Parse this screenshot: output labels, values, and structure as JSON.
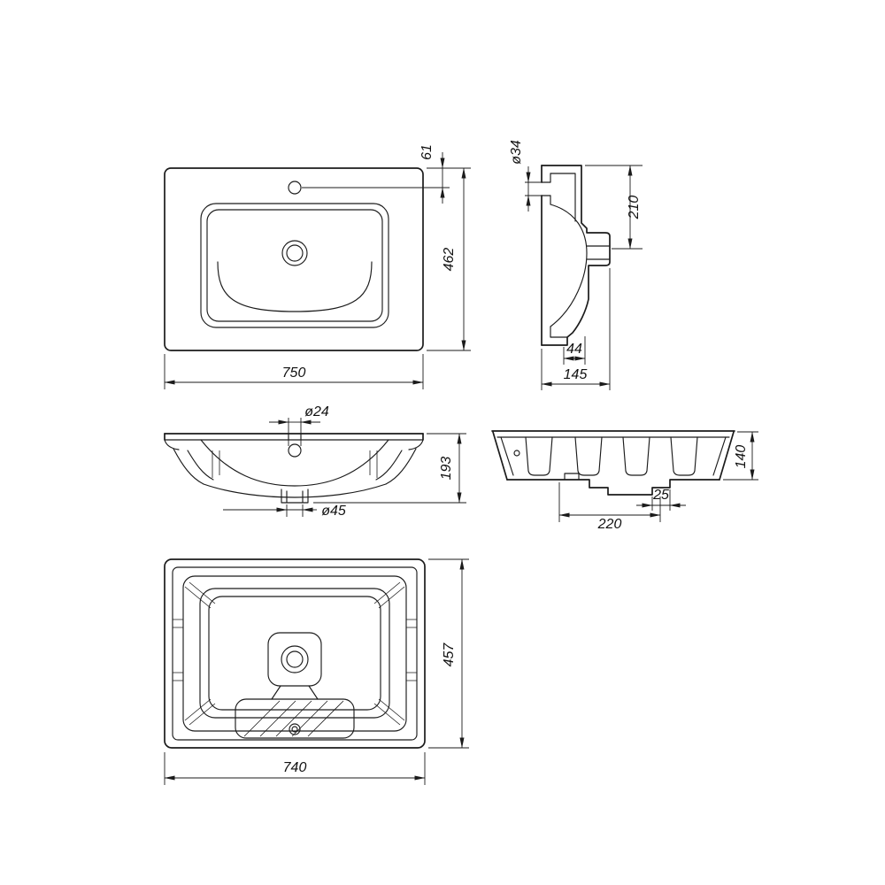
{
  "views": {
    "plan": {
      "width": "750",
      "depth": "462",
      "tap_hole_offset": "61"
    },
    "side_section": {
      "tap_hole_diameter": "ø34",
      "overflow_distance": "210",
      "apron_height": "44",
      "overall_height": "145"
    },
    "front_section": {
      "tap_hole_diameter": "ø24",
      "overall_height": "193",
      "drain_diameter": "ø45"
    },
    "underside_section": {
      "overall_height": "140",
      "drain_offset": "25",
      "drain_distance": "220"
    },
    "bottom": {
      "width": "740",
      "depth": "457"
    }
  }
}
